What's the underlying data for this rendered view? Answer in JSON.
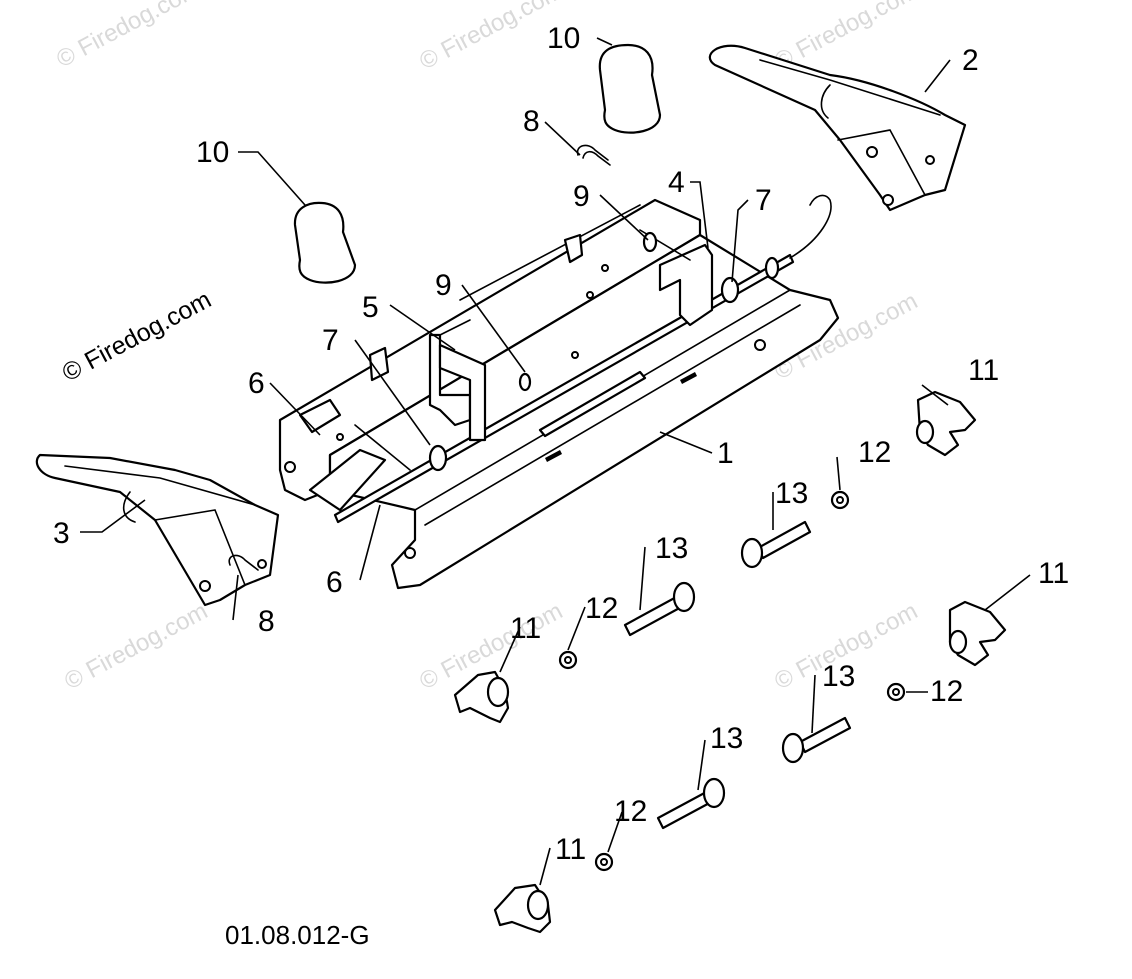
{
  "diagram": {
    "drawing_code": "01.08.012-G",
    "watermark": "© Firedog.com",
    "callouts": {
      "c1": "1",
      "c2": "2",
      "c3": "3",
      "c4": "4",
      "c5": "5",
      "c6a": "6",
      "c6b": "6",
      "c7a": "7",
      "c7b": "7",
      "c8a": "8",
      "c8b": "8",
      "c9a": "9",
      "c9b": "9",
      "c10a": "10",
      "c10b": "10",
      "c11a": "11",
      "c11b": "11",
      "c11c": "11",
      "c11d": "11",
      "c12a": "12",
      "c12b": "12",
      "c12c": "12",
      "c12d": "12",
      "c13a": "13",
      "c13b": "13",
      "c13c": "13",
      "c13d": "13"
    }
  }
}
